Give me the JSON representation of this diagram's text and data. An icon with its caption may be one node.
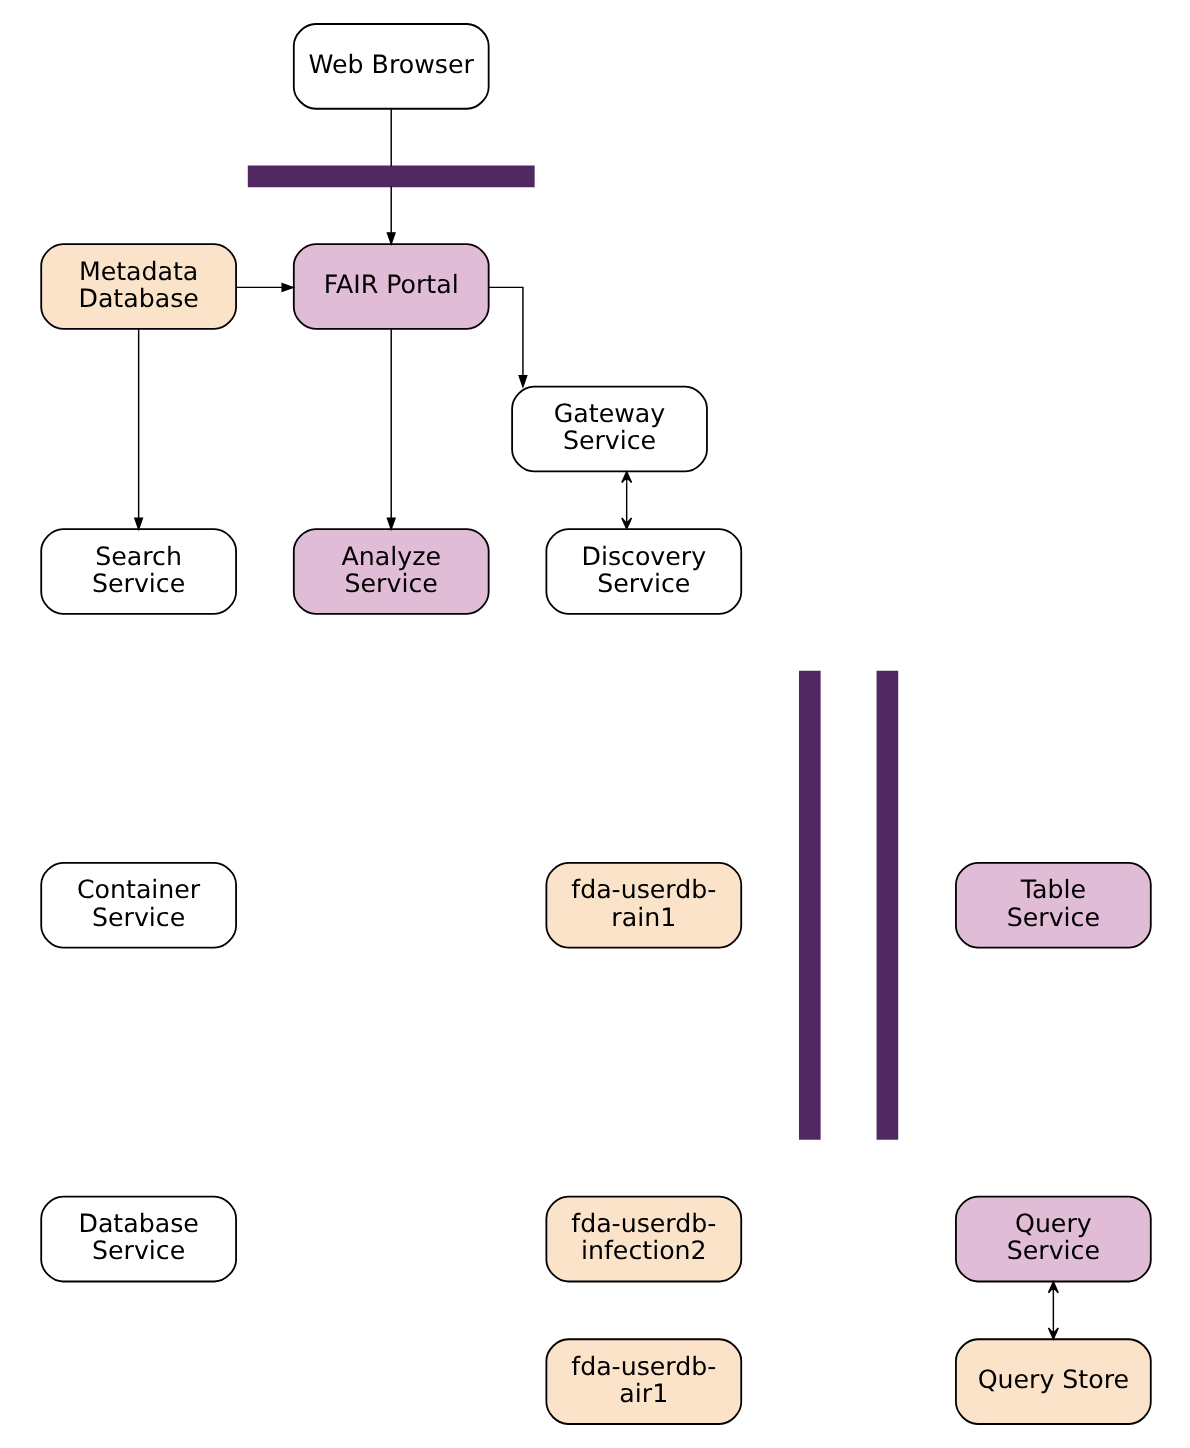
{
  "diagram": {
    "nodes": [
      {
        "text": [
          "Web Browser"
        ]
      },
      {
        "text": [],
        "shape": "bar"
      },
      {
        "text": [
          "Metadata Database"
        ]
      },
      {
        "text": [
          "FAIR Portal"
        ]
      },
      {
        "text": [
          "Gateway Service"
        ]
      },
      {
        "text": [
          "Search Service"
        ]
      },
      {
        "text": [
          "Discovery Service"
        ]
      },
      {
        "text": [
          "Analyze Service"
        ]
      },
      {
        "text": [
          "Container Service"
        ]
      },
      {
        "text": [],
        "shape": "bar"
      },
      {
        "text": [
          "fda-userdb-rain1"
        ]
      },
      {
        "text": [],
        "shape": "bar"
      },
      {
        "text": [
          "Table Service"
        ]
      },
      {
        "text": [
          "Database Service"
        ]
      },
      {
        "text": [
          "fda-userdb-infection2"
        ]
      },
      {
        "text": [
          "Query Service"
        ]
      },
      {
        "text": [
          "fda-userdb-air1"
        ]
      },
      {
        "text": [
          "Query Store"
        ]
      }
    ],
    "edges": [
      {
        "from": 0,
        "to": 1,
        "arrow": "none"
      },
      {
        "from": 1,
        "to": 3,
        "arrow": "to"
      },
      {
        "from": 2,
        "to": 3,
        "arrow": "to"
      },
      {
        "from": 2,
        "to": 5,
        "arrow": "to"
      },
      {
        "from": 3,
        "to": 4,
        "arrow": "to"
      },
      {
        "from": 3,
        "to": 7,
        "arrow": "to"
      },
      {
        "from": 4,
        "to": 6,
        "arrow": "both"
      },
      {
        "from": 15,
        "to": 17,
        "arrow": "both"
      }
    ]
  }
}
